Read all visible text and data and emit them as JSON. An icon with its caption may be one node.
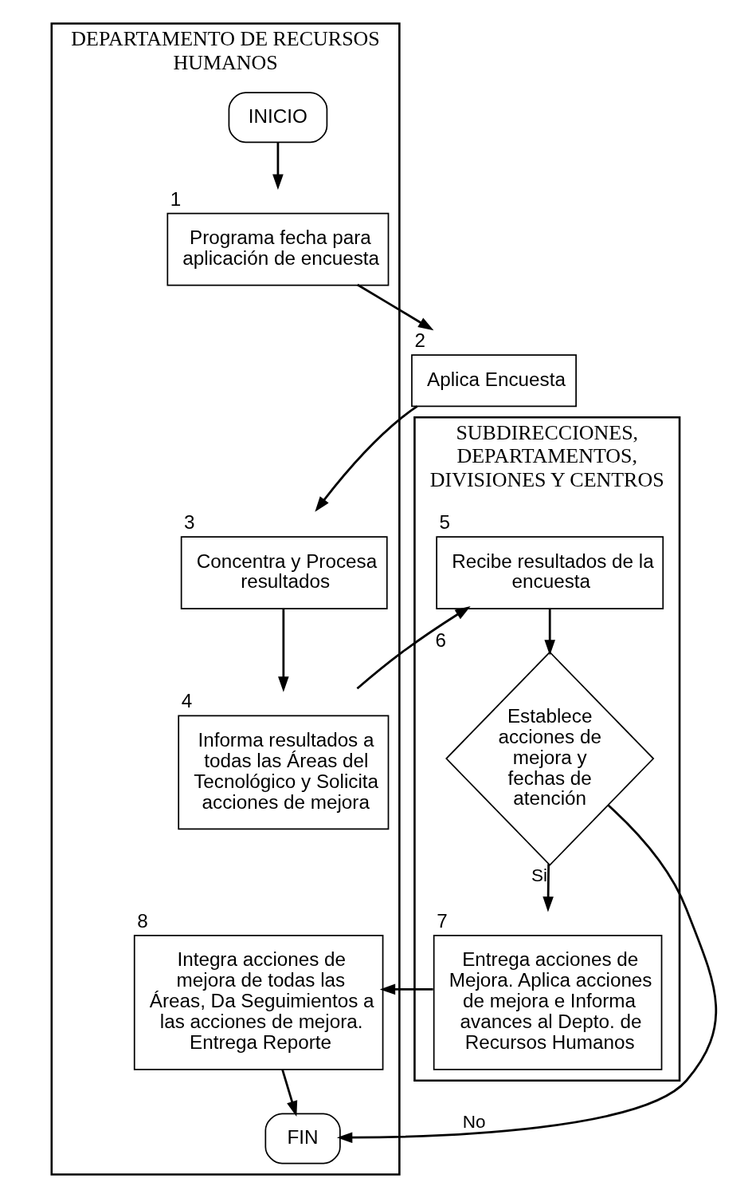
{
  "diagram": {
    "nodes": [
      {
        "text": [
          "DEPARTAMENTO DE RECURSOS HUMANOS"
        ]
      },
      {
        "text": [
          "SUBDIRECCIONES, DEPARTAMENTOS, DIVISIONES Y CENTROS"
        ]
      },
      {
        "text": [
          "INICIO"
        ],
        "in": 0
      },
      {
        "text": [
          "Programa fecha para aplicación de encuesta"
        ],
        "beside": [
          "1"
        ],
        "in": 0
      },
      {
        "text": [
          "Aplica Encuesta"
        ],
        "beside": [
          "2"
        ]
      },
      {
        "text": [
          "Concentra y Procesa resultados"
        ],
        "beside": [
          "3"
        ],
        "in": 0
      },
      {
        "text": [
          "Informa resultados a todas las Áreas del Tecnológico y Solicita acciones de mejora"
        ],
        "beside": [
          "4"
        ],
        "in": 0
      },
      {
        "text": [
          "Recibe resultados de la encuesta"
        ],
        "beside": [
          "5"
        ],
        "in": 1
      },
      {
        "text": [
          "Establece acciones de mejora y fechas de atención"
        ],
        "beside": [
          "6"
        ],
        "in": 1
      },
      {
        "text": [
          "Entrega acciones de Mejora. Aplica acciones de mejora e Informa avances al Depto. de Recursos Humanos"
        ],
        "beside": [
          "7"
        ],
        "in": 1
      },
      {
        "text": [
          "Integra acciones de mejora de todas las Áreas, Da Seguimientos a las acciones de mejora. Entrega Reporte"
        ],
        "beside": [
          "8"
        ],
        "in": 0
      },
      {
        "text": [
          "FIN"
        ],
        "in": 0
      }
    ],
    "edges": [
      {
        "from": 2,
        "to": 3,
        "arrow": "to"
      },
      {
        "from": 3,
        "to": 4,
        "arrow": "to"
      },
      {
        "from": 4,
        "to": 5,
        "arrow": "to"
      },
      {
        "from": 5,
        "to": 6,
        "arrow": "to"
      },
      {
        "from": 6,
        "to": 7,
        "arrow": "to"
      },
      {
        "from": 7,
        "to": 8,
        "arrow": "to"
      },
      {
        "from": 8,
        "to": 9,
        "label": "Si",
        "arrow": "to"
      },
      {
        "from": 9,
        "to": 10,
        "arrow": "to"
      },
      {
        "from": 8,
        "to": 11,
        "label": "No",
        "arrow": "to"
      },
      {
        "from": 10,
        "to": 11,
        "arrow": "to"
      }
    ]
  }
}
